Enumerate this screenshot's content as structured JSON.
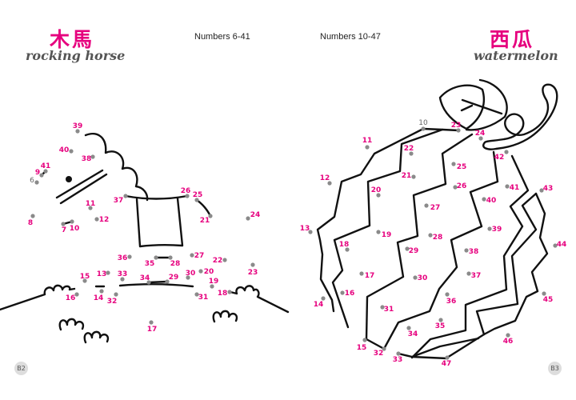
{
  "left_page": {
    "kanji": "木馬",
    "title": "rocking horse",
    "range": "Numbers 6-41",
    "page_badge": "B2",
    "start_number": "6",
    "dots": [
      "39",
      "40",
      "38",
      "41",
      "9",
      "6",
      "37",
      "26",
      "25",
      "21",
      "24",
      "11",
      "12",
      "8",
      "7",
      "10",
      "36",
      "35",
      "28",
      "27",
      "22",
      "23",
      "15",
      "13",
      "33",
      "34",
      "29",
      "30",
      "20",
      "19",
      "18",
      "31",
      "16",
      "14",
      "32",
      "17"
    ]
  },
  "right_page": {
    "kanji": "西瓜",
    "title": "watermelon",
    "range": "Numbers 10-47",
    "page_badge": "B3",
    "start_number": "10",
    "dots": [
      "10",
      "23",
      "24",
      "11",
      "22",
      "42",
      "25",
      "12",
      "21",
      "26",
      "41",
      "43",
      "20",
      "40",
      "27",
      "13",
      "19",
      "39",
      "28",
      "44",
      "18",
      "29",
      "38",
      "17",
      "30",
      "37",
      "16",
      "36",
      "45",
      "14",
      "31",
      "35",
      "34",
      "46",
      "15",
      "32",
      "33",
      "47"
    ]
  },
  "colors": {
    "accent": "#e6007e",
    "dot": "#8a8a8a",
    "line": "#111111"
  }
}
